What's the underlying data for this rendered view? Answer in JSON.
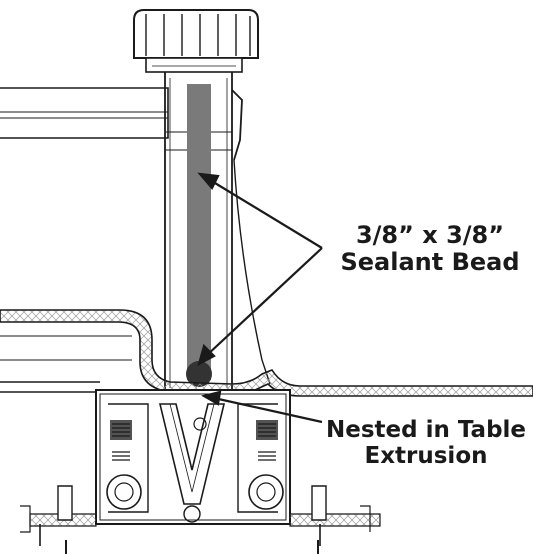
{
  "labels": {
    "sealant_line1": "3/8” x 3/8”",
    "sealant_line2": "Sealant Bead",
    "nested_line1": "Nested in Table",
    "nested_line2": "Extrusion"
  },
  "colors": {
    "line": "#1a1a1a",
    "sealant": "#7a7a7a",
    "bead": "#333333",
    "hatch": "#9a9a9a",
    "background": "#ffffff"
  }
}
